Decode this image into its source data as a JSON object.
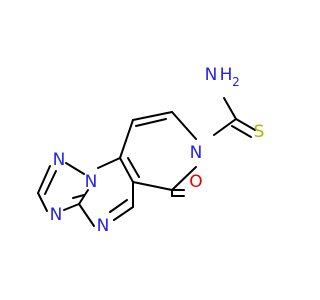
{
  "colors": {
    "background": "#ffffff",
    "bond": "#000000",
    "nitrogen": "#2323e6",
    "oxygen": "#e60000",
    "sulfur": "#b3b300"
  },
  "molecule": {
    "atoms": {
      "n_amide": {
        "symbol": "N",
        "element": "nitrogen"
      },
      "h2_amide": {
        "symbol": "H",
        "subscript": "2",
        "element": "nitrogen"
      },
      "s_thio": {
        "symbol": "S",
        "element": "sulfur"
      },
      "n_ring7": {
        "symbol": "N",
        "element": "nitrogen"
      },
      "o_carbonyl": {
        "symbol": "O",
        "element": "oxygen"
      },
      "n_ring_lower": {
        "symbol": "N",
        "element": "nitrogen"
      },
      "n_bridge": {
        "symbol": "N",
        "element": "nitrogen"
      },
      "n_triazole_top": {
        "symbol": "N",
        "element": "nitrogen"
      },
      "n_triazole_low": {
        "symbol": "N",
        "element": "nitrogen"
      }
    }
  }
}
